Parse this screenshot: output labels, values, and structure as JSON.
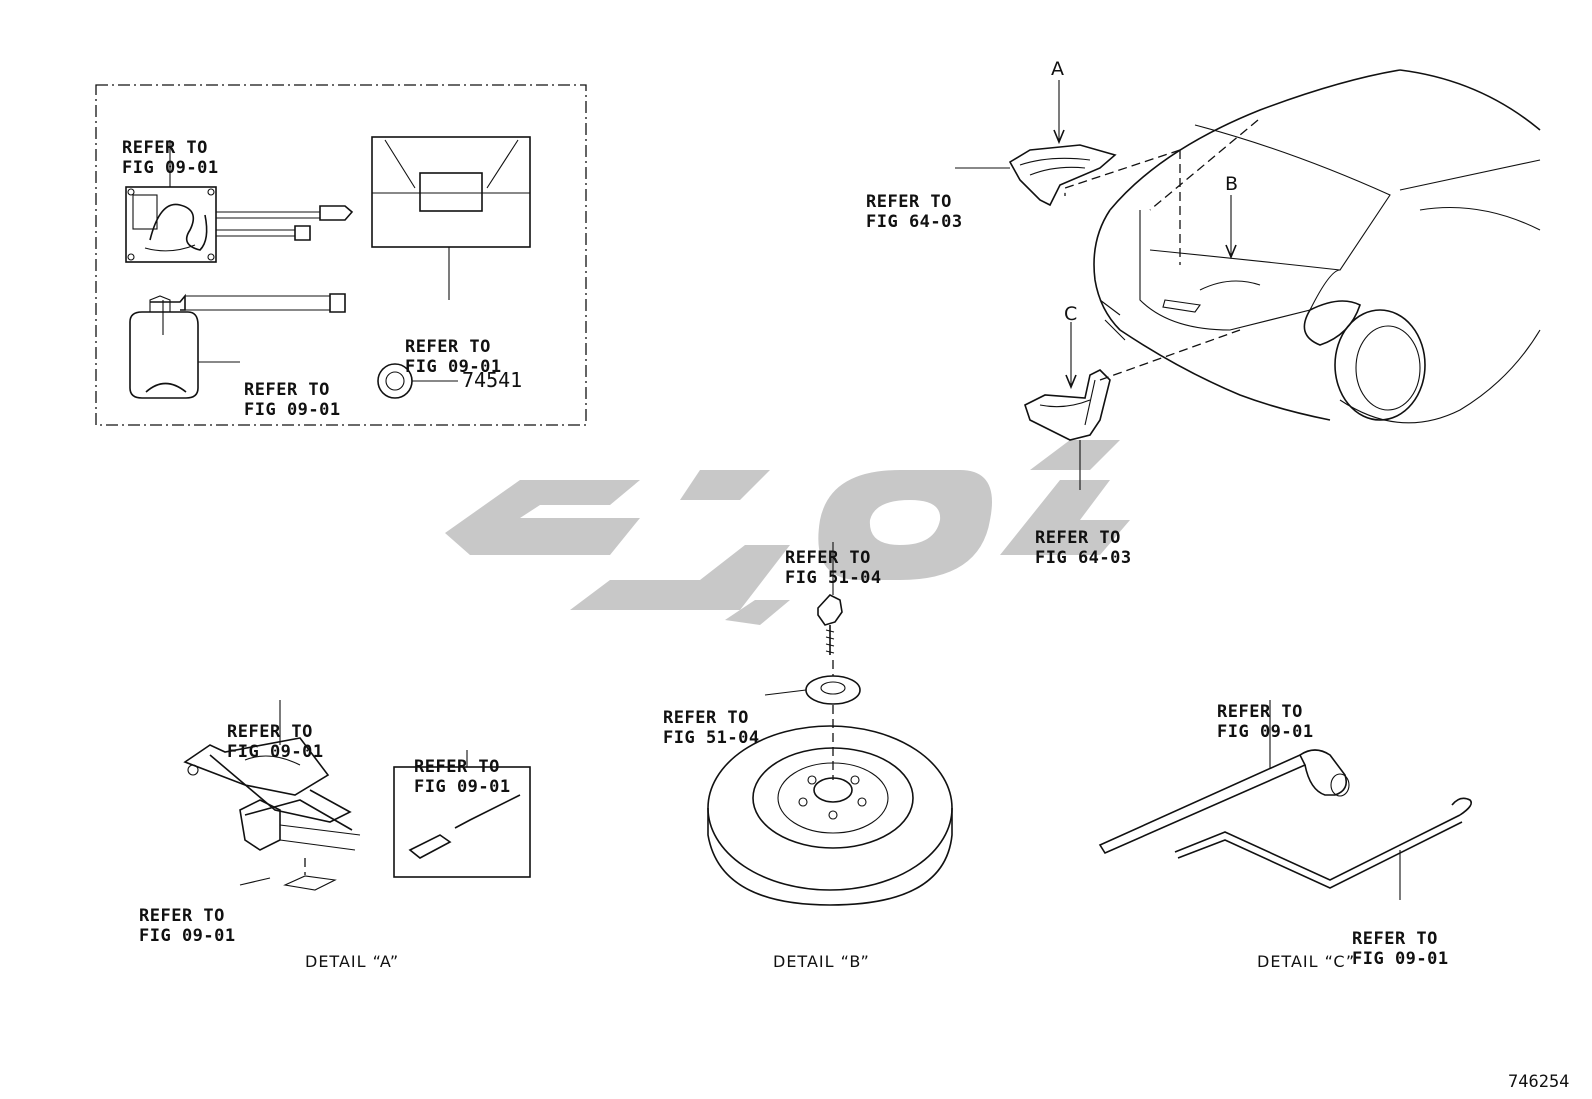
{
  "inset_box": {
    "labels": [
      {
        "id": "compressor",
        "line1": "REFER TO",
        "line2": "FIG 09-01"
      },
      {
        "id": "bag",
        "line1": "REFER TO",
        "line2": "FIG 09-01"
      },
      {
        "id": "bottle",
        "line1": "REFER TO",
        "line2": "FIG 09-01"
      }
    ],
    "sticker_part_number": "74541"
  },
  "vehicle_view": {
    "callouts": [
      "A",
      "B",
      "C"
    ],
    "label_a": {
      "line1": "REFER TO",
      "line2": "FIG 64-03"
    },
    "label_c": {
      "line1": "REFER TO",
      "line2": "FIG 64-03"
    }
  },
  "detail_a": {
    "caption": "DETAIL “A”",
    "label_jack": {
      "line1": "REFER TO",
      "line2": "FIG 09-01"
    },
    "label_pad": {
      "line1": "REFER TO",
      "line2": "FIG 09-01"
    },
    "label_tools": {
      "line1": "REFER TO",
      "line2": "FIG 09-01"
    }
  },
  "detail_b": {
    "caption": "DETAIL “B”",
    "label_bolt": {
      "line1": "REFER TO",
      "line2": "FIG 51-04"
    },
    "label_washer": {
      "line1": "REFER TO",
      "line2": "FIG 51-04"
    }
  },
  "detail_c": {
    "caption": "DETAIL “C”",
    "label_wrench": {
      "line1": "REFER TO",
      "line2": "FIG 09-01"
    },
    "label_handle": {
      "line1": "REFER TO",
      "line2": "FIG 09-01"
    }
  },
  "figure_number": "746254",
  "watermark_text": "تویوتا"
}
